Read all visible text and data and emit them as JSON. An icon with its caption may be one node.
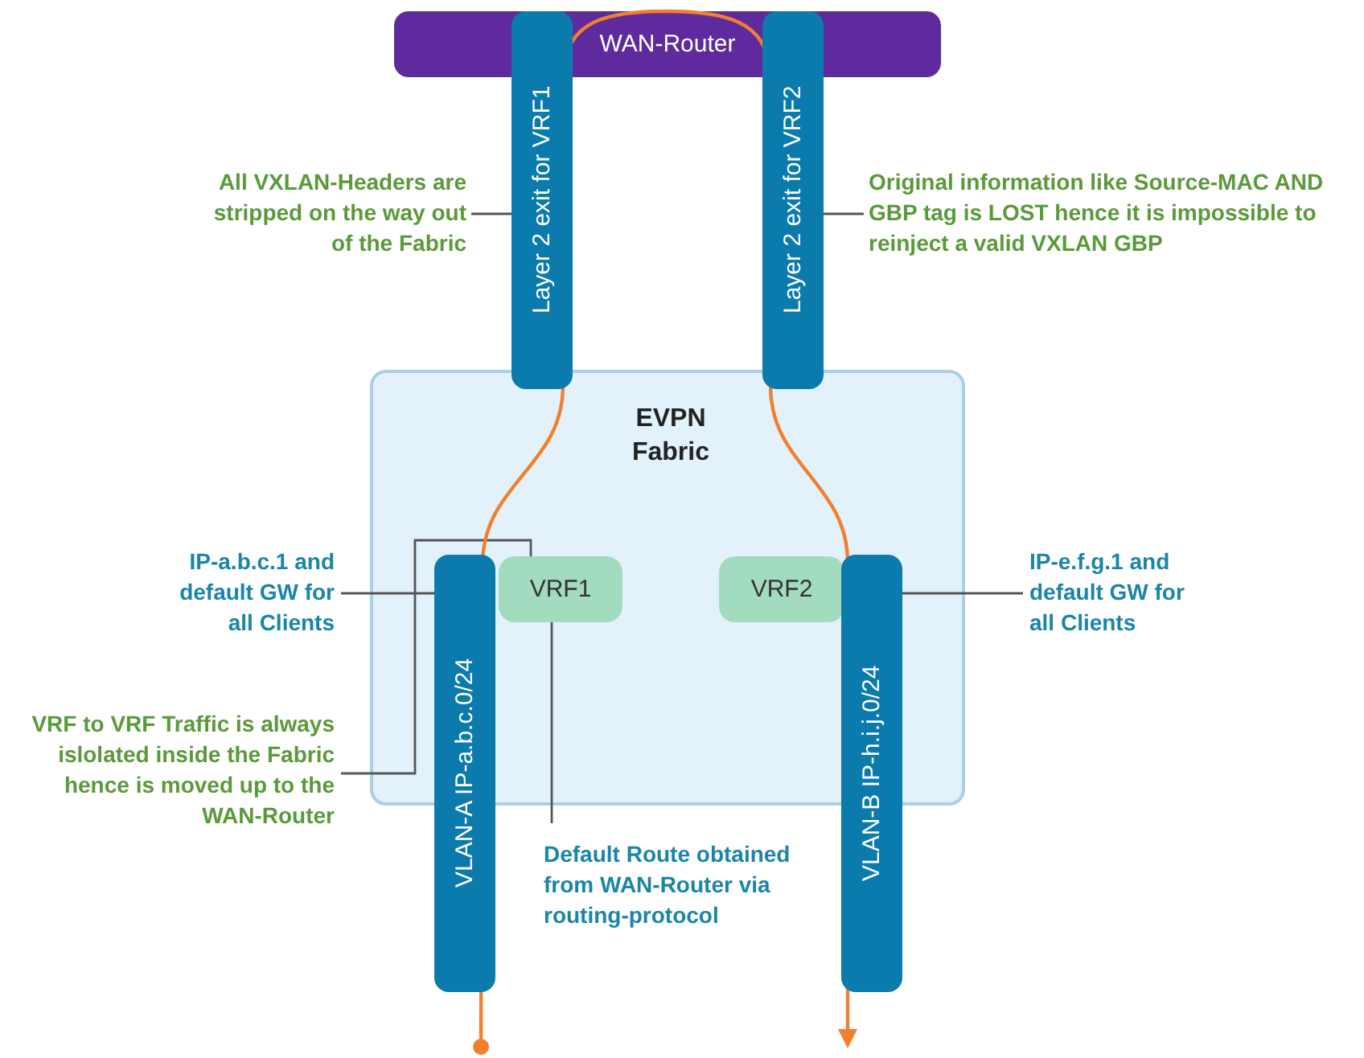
{
  "diagram": {
    "nodes": [
      {
        "text": [
          "WAN-Router"
        ]
      },
      {
        "text": [
          "Layer 2 exit for VRF1"
        ]
      },
      {
        "text": [
          "Layer 2 exit for VRF2"
        ]
      },
      {
        "text": [
          "EVPN Fabric"
        ]
      },
      {
        "text": [
          "VRF1"
        ],
        "in": 3
      },
      {
        "text": [
          "VRF2"
        ],
        "in": 3
      },
      {
        "text": [
          "VLAN-A IP-a.b.c.0/24"
        ]
      },
      {
        "text": [
          "VLAN-B IP-h.i.j.0/24"
        ]
      },
      {
        "text": [
          "All VXLAN-Headers are stripped on the way out of the Fabric"
        ]
      },
      {
        "text": [
          "Original information like Source-MAC AND GBP tag is LOST hence it is impossible to reinject a valid VXLAN GBP"
        ]
      },
      {
        "text": [
          "IP-a.b.c.1 and default GW for all Clients"
        ]
      },
      {
        "text": [
          "IP-e.f.g.1 and default GW for all Clients"
        ]
      },
      {
        "text": [
          "VRF to VRF Traffic is always islolated inside the Fabric hence is moved up to the WAN-Router"
        ]
      },
      {
        "text": [
          "Default Route obtained from WAN-Router via routing-protocol"
        ]
      }
    ],
    "edges": [
      {
        "from": 8,
        "to": 1,
        "arrow": "none"
      },
      {
        "from": 9,
        "to": 2,
        "arrow": "none"
      },
      {
        "from": 10,
        "to": 6,
        "arrow": "none"
      },
      {
        "from": 11,
        "to": 7,
        "arrow": "none"
      },
      {
        "from": 12,
        "to": 4,
        "arrow": "none"
      },
      {
        "from": 13,
        "to": 4,
        "arrow": "none"
      },
      {
        "from": null,
        "to": 0,
        "arrow": "other",
        "color": "#f07f2e"
      },
      {
        "from": 0,
        "to": null,
        "arrow": "to",
        "color": "#f07f2e"
      }
    ]
  }
}
